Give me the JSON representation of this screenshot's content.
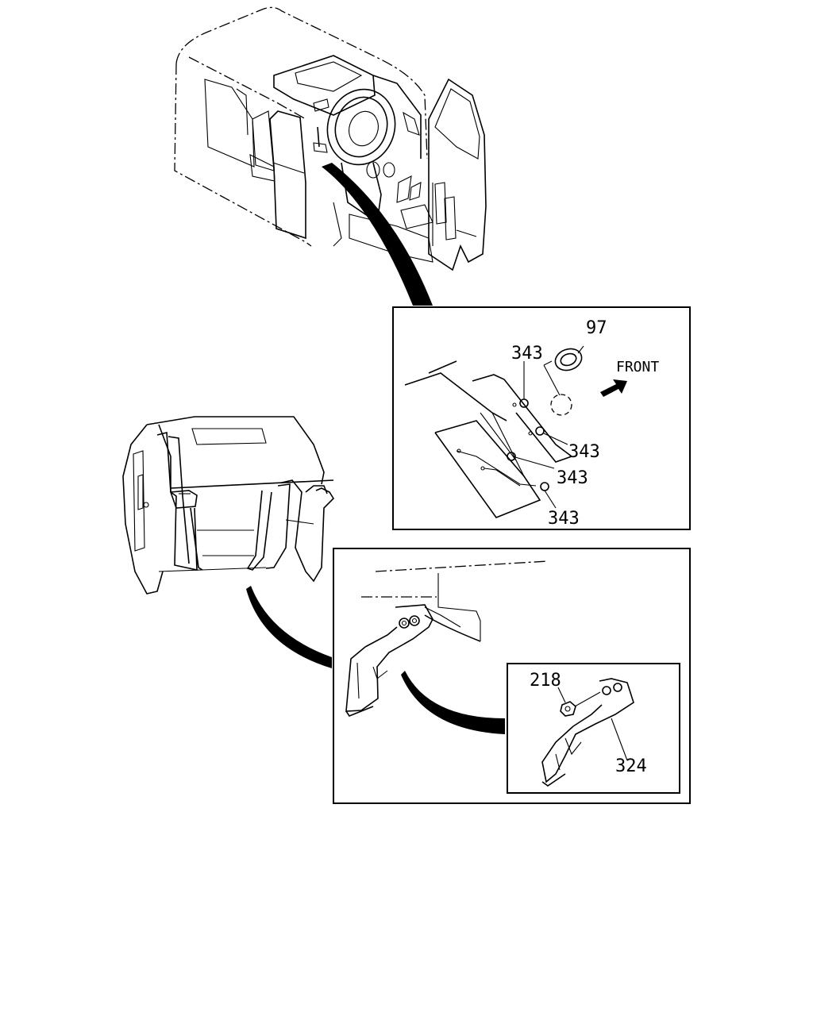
{
  "labels": {
    "p97": "97",
    "p343_top": "343",
    "p343_a": "343",
    "p343_b": "343",
    "p343_c": "343",
    "front": "FRONT",
    "p218": "218",
    "p324": "324"
  },
  "colors": {
    "line": "#000000",
    "background": "#ffffff"
  }
}
